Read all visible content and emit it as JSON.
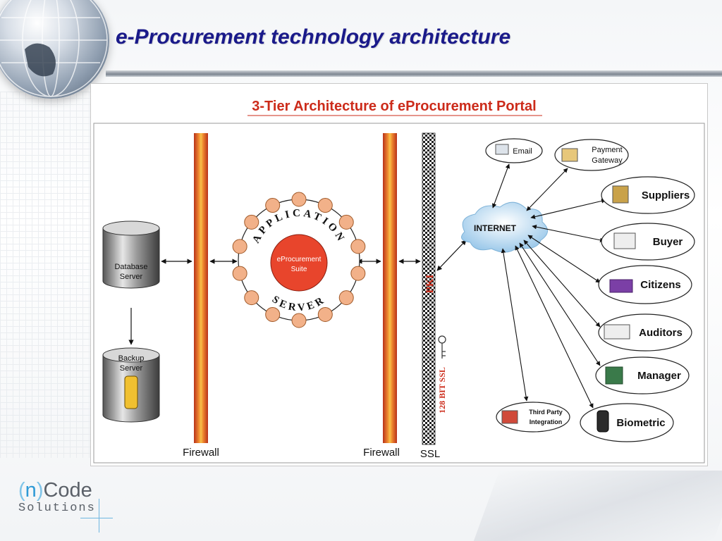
{
  "slide": {
    "title": "e-Procurement technology architecture"
  },
  "diagram": {
    "heading": "3-Tier Architecture of eProcurement Portal",
    "database_server": [
      "Database",
      "Server"
    ],
    "backup_server": [
      "Backup",
      "Server"
    ],
    "firewall_left": "Firewall",
    "firewall_right": "Firewall",
    "ssl_label": "SSL",
    "pki_label": "PKI",
    "ssl_bit_label": "128 BIT SSL",
    "app_server_top": "APPLICATION",
    "app_server_bottom": "SERVER",
    "suite_label": [
      "eProcurement",
      "Suite"
    ],
    "internet_label": "INTERNET",
    "nodes": {
      "email": "Email",
      "payment_gateway": [
        "Payment",
        "Gateway"
      ],
      "suppliers": "Suppliers",
      "buyer": "Buyer",
      "citizens": "Citizens",
      "auditors": "Auditors",
      "manager": "Manager",
      "biometric": "Biometric",
      "third_party": [
        "Third Party",
        "Integration"
      ]
    },
    "colors": {
      "heading": "#cc2b1a",
      "firewall_core": "#f6c24a",
      "firewall_edge": "#b8321a",
      "suite_red": "#e8452c",
      "bead": "#f2b189",
      "cloud": "#cfe6f6"
    }
  },
  "logo": {
    "paren_open": "(",
    "n": "n",
    "paren_close": ")",
    "code": "Code",
    "solutions": "Solutions"
  }
}
